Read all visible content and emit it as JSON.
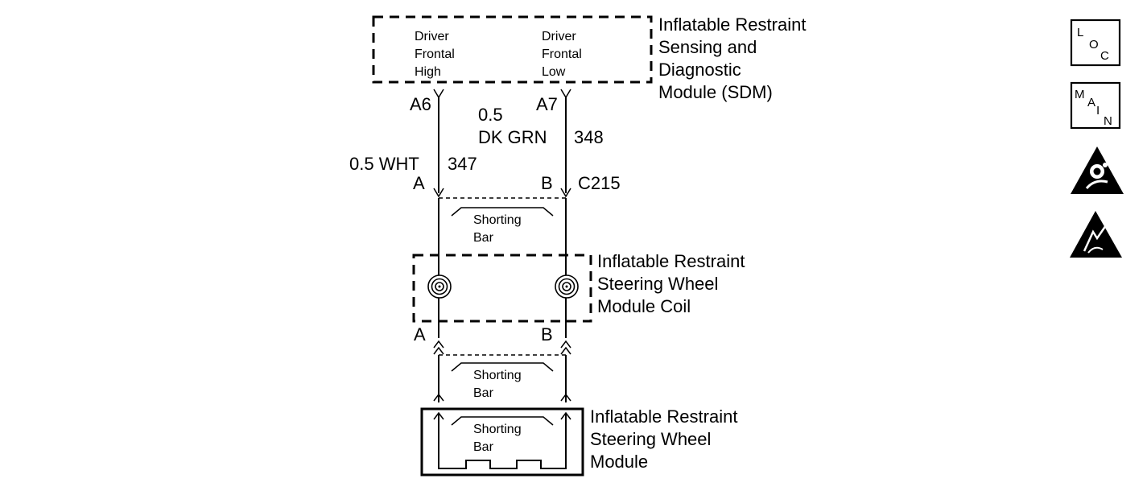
{
  "sdm": {
    "title": [
      "Inflatable Restraint",
      "Sensing and",
      "Diagnostic",
      "Module (SDM)"
    ],
    "left_signal": [
      "Driver",
      "Frontal",
      "High"
    ],
    "right_signal": [
      "Driver",
      "Frontal",
      "Low"
    ]
  },
  "wires": {
    "left_pin_top": "A6",
    "right_pin_top": "A7",
    "right_gauge": "0.5",
    "right_color": "DK GRN",
    "right_circuit": "348",
    "left_wire": "0.5 WHT",
    "left_circuit": "347",
    "connector_left_pin": "A",
    "connector_right_pin": "B",
    "connector_id": "C215"
  },
  "shorting_bar": [
    "Shorting",
    "Bar"
  ],
  "coil": {
    "title": [
      "Inflatable Restraint",
      "Steering Wheel",
      "Module Coil"
    ],
    "left_pin": "A",
    "right_pin": "B"
  },
  "module": {
    "title": [
      "Inflatable Restraint",
      "Steering Wheel",
      "Module"
    ]
  },
  "icons": {
    "loc": [
      "L",
      "O",
      "C"
    ],
    "main": [
      "M",
      "A",
      "I",
      "N"
    ],
    "airbag": "airbag-warning-icon",
    "esd": "esd-warning-icon"
  }
}
